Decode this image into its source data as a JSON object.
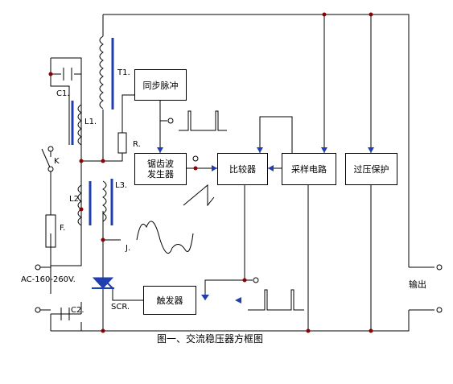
{
  "blocks": {
    "sync_pulse": "同步脉冲",
    "sawtooth_gen": "锯齿波\n发生器",
    "comparator": "比较器",
    "sampling": "采样电路",
    "overvoltage": "过压保护",
    "trigger": "触发器"
  },
  "labels": {
    "t1": "T1.",
    "c1": "C1.",
    "l1": "L1.",
    "r": "R.",
    "k": "K",
    "l2": "L2.",
    "l3": "L3.",
    "f": "F.",
    "j": "J.",
    "ac": "AC-160-260V.",
    "c2": "C2.",
    "scr": "SCR.",
    "output": "输出"
  },
  "caption": "图一、交流稳压器方框图",
  "colors": {
    "line": "#000000",
    "accent": "#1f3fb0",
    "dot": "#8b0000"
  }
}
